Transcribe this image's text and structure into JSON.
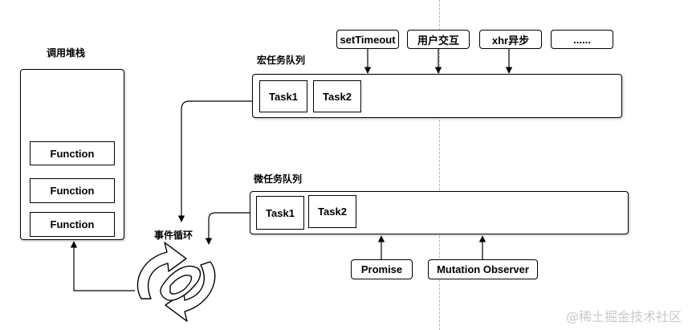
{
  "call_stack": {
    "title": "调用堆栈",
    "items": [
      "Function",
      "Function",
      "Function"
    ]
  },
  "macro_queue": {
    "title": "宏任务队列",
    "tasks": [
      "Task1",
      "Task2"
    ],
    "sources": [
      "setTimeout",
      "用户交互",
      "xhr异步",
      "......"
    ]
  },
  "micro_queue": {
    "title": "微任务队列",
    "tasks": [
      "Task1",
      "Task2"
    ],
    "sources": [
      "Promise",
      "Mutation Observer"
    ]
  },
  "event_loop": {
    "label": "事件循环",
    "icon": "refresh-loop-icon"
  },
  "watermark": "@稀土掘金技术社区"
}
